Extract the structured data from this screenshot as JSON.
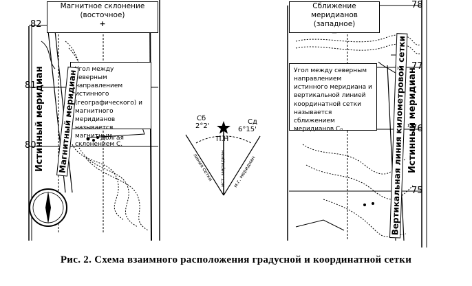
{
  "left_panel": {
    "header_line1": "Магнитное склонение",
    "header_line2": "(восточное)",
    "header_sign": "+",
    "description": "Угол между северным направлением истинного (географического) и магнитного меридианов называется магнитным склонением С.",
    "grid_labels": [
      "82",
      "81",
      "80"
    ],
    "vertical_true_meridian": "Истинный меридиан",
    "vertical_magnetic_meridian": "Магнитный меридиан",
    "place_label": "Долгая"
  },
  "right_panel": {
    "header_line1": "Сближение меридианов",
    "header_line2": "(западное)",
    "header_sign": "−",
    "description": "Угол между северным направлением истинного меридиана и вертикальной линией координатной сетки называется сближением меридианов С₀",
    "grid_labels": [
      "78",
      "77",
      "76",
      "75"
    ],
    "vertical_grid_line": "Вертикальная линия километровой сетки",
    "vertical_true_meridian": "Истинный меридиан"
  },
  "center_diagram": {
    "label_left_symbol": "Сб",
    "label_left_value": "2°2'",
    "label_right_symbol": "Сд",
    "label_right_value": "6°15'",
    "label_center": "П.Н",
    "ray_left": "линия сетки",
    "ray_center": "ист. меридиан",
    "ray_right": "м.г. меридиан"
  },
  "caption": "Рис. 2. Схема взаимного расположения градусной и координатной сетки"
}
